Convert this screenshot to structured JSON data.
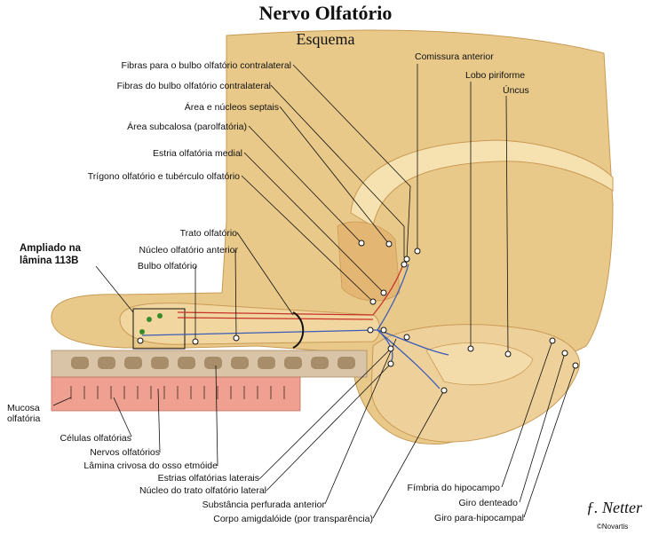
{
  "title": "Nervo Olfatório",
  "subtitle": "Esquema",
  "callout": {
    "line1": "Ampliado na",
    "line2": "lâmina 113B"
  },
  "labels": {
    "fibras_para": "Fibras para o bulbo olfatório contralateral",
    "fibras_do": "Fibras do bulbo olfatório contralateral",
    "area_septais": "Área e núcleos septais",
    "area_subcalosa": "Área subcalosa (parolfatória)",
    "estria_medial": "Estria olfatória medial",
    "trigono": "Trígono olfatório e tubérculo olfatório",
    "trato": "Trato olfatório",
    "nucleo_anterior": "Núcleo olfatório anterior",
    "bulbo": "Bulbo olfatório",
    "comissura": "Comissura anterior",
    "lobo_piriforme": "Lobo piriforme",
    "uncus": "Úncus",
    "mucosa_1": "Mucosa",
    "mucosa_2": "olfatória",
    "celulas": "Células olfatórias",
    "nervos": "Nervos olfatórios",
    "lamina": "Lâmina crivosa do osso etmóide",
    "estrias_laterais": "Estrias olfatórias laterais",
    "nucleo_trato_lateral": "Núcleo do trato olfatório lateral",
    "substancia": "Substância perfurada anterior",
    "corpo": "Corpo amigdalóide (por transparência)",
    "fimbria": "Fímbria do hipocampo",
    "giro_denteado": "Giro denteado",
    "giro_para": "Giro para-hipocampal"
  },
  "signature": "©Novartis",
  "colors": {
    "tissue": "#e9c98a",
    "tissue_dark": "#c99a55",
    "tissue_light": "#f6e1b0",
    "bone": "#d9c4a8",
    "mucosa": "#f0a090",
    "pathway_blue": "#3a5bb8",
    "pathway_red": "#c8302a",
    "cell_green": "#3a8a2a"
  }
}
